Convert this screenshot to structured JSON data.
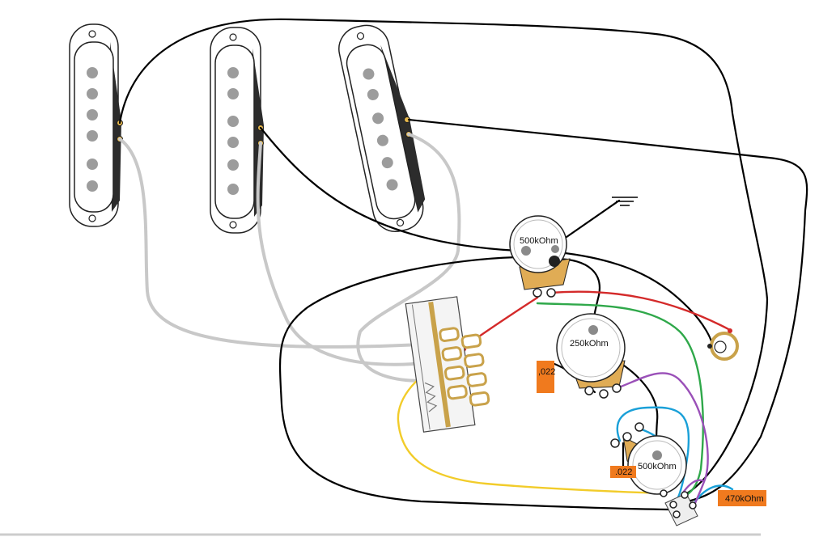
{
  "diagram": {
    "pots": {
      "volume": {
        "value": "500kOhm"
      },
      "tone_1": {
        "value": "250kOhm"
      },
      "tone_2": {
        "value": "500kOhm"
      }
    },
    "capacitors": {
      "cap_1": {
        "value": ",022"
      },
      "cap_2": {
        "value": ".022"
      }
    },
    "resistor": {
      "value": "470kOhm"
    },
    "colors": {
      "wire_black": "#000000",
      "wire_gray": "#c8c8c8",
      "wire_red": "#d42a2a",
      "wire_green": "#2fa84a",
      "wire_yellow": "#f2cc2a",
      "wire_blue": "#1aa0d8",
      "wire_purple": "#9a50b8",
      "component_tag": "#f07a1e",
      "pot_body": "#e0ac55"
    }
  }
}
